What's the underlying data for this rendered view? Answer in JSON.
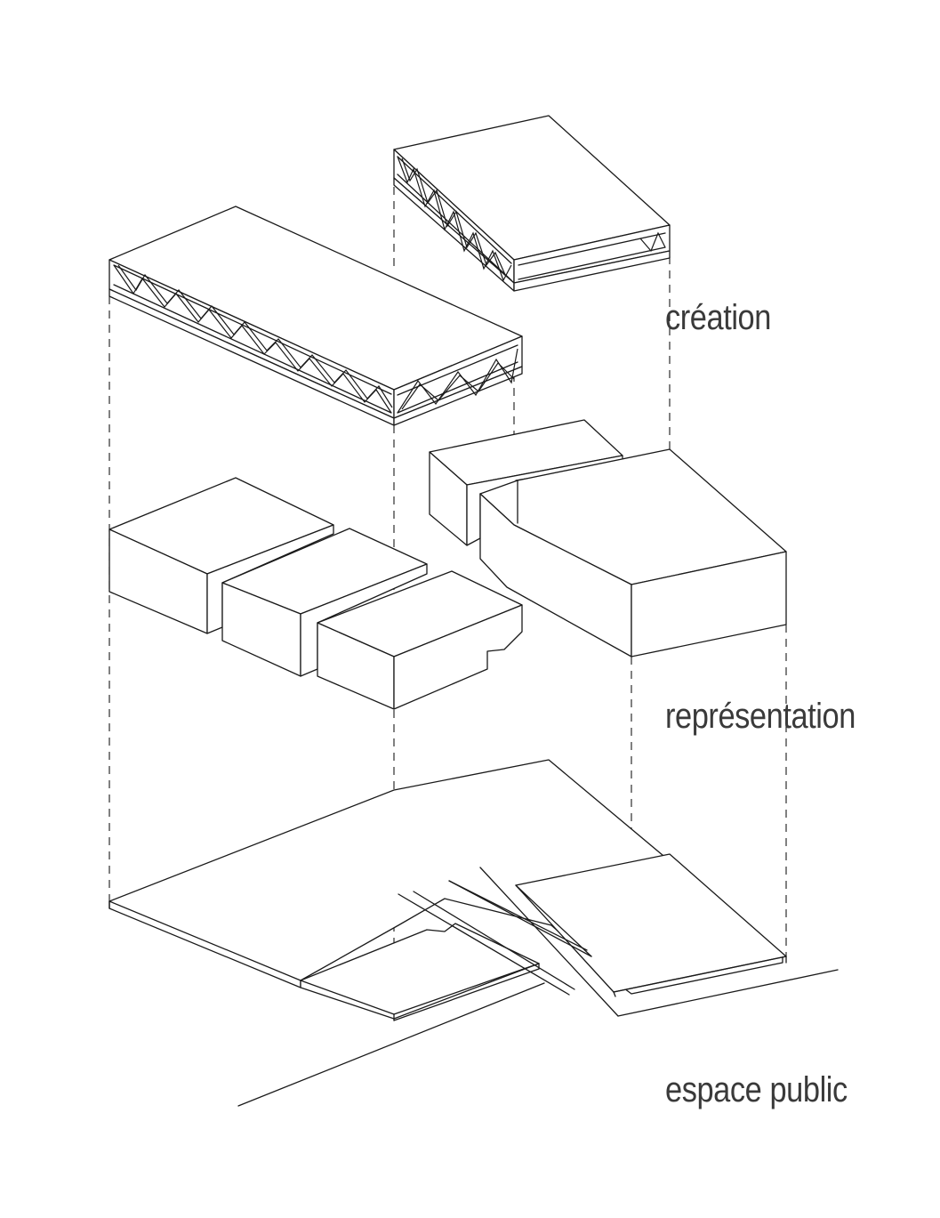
{
  "labels": {
    "creation": "création",
    "representation": "représentation",
    "public_space": "espace public"
  }
}
